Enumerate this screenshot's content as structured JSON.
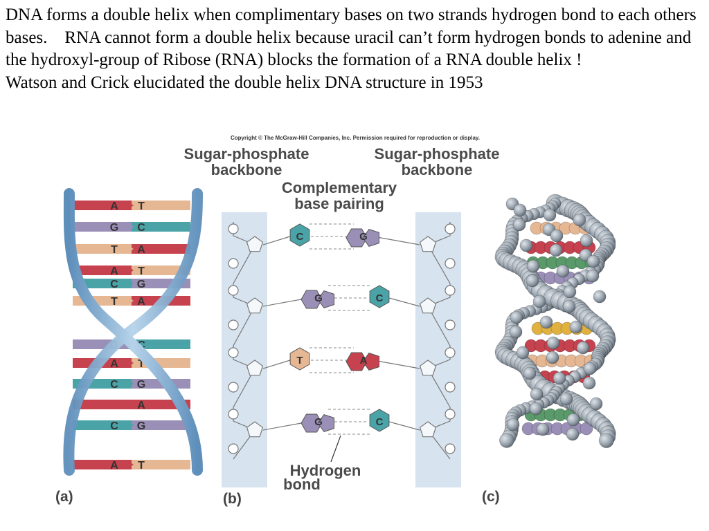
{
  "slide": {
    "paragraph_1": "DNA forms a double helix when complimentary bases on two strands hydrogen bond to each others bases.    RNA cannot form a double helix because uracil can’t form hydrogen bonds to adenine and the hydroxyl-group of Ribose (RNA) blocks the formation of a RNA double helix !",
    "paragraph_2": "Watson and Crick elucidated the double helix DNA structure in 1953"
  },
  "figure": {
    "copyright": "Copyright © The McGraw-Hill Companies, Inc. Permission required for reproduction or display.",
    "backbone_left_line1": "Sugar-phosphate",
    "backbone_left_line2": "backbone",
    "backbone_right_line1": "Sugar-phosphate",
    "backbone_right_line2": "backbone",
    "pairing_line1": "Complementary",
    "pairing_line2": "base pairing",
    "hbond_line1": "Hydrogen",
    "hbond_line2": "bond",
    "panel_a": "(a)",
    "panel_b": "(b)",
    "panel_c": "(c)"
  },
  "panel_a_rungs": [
    [
      "A",
      "T"
    ],
    [
      "G",
      "C"
    ],
    [
      "T",
      "A"
    ],
    [
      "A",
      "T"
    ],
    [
      "C",
      "G"
    ],
    [
      "T",
      "A"
    ],
    [
      "G",
      "C"
    ],
    [
      "A",
      "T"
    ],
    [
      "C",
      "G"
    ],
    [
      "",
      "A"
    ],
    [
      "C",
      "G"
    ],
    [
      "A",
      "T"
    ]
  ],
  "panel_b_pairs": [
    {
      "left": "C",
      "right": "G"
    },
    {
      "left": "G",
      "right": "C"
    },
    {
      "left": "T",
      "right": "A"
    },
    {
      "left": "G",
      "right": "C"
    }
  ],
  "colors": {
    "A": "#c6424f",
    "T": "#e6b793",
    "G": "#9a8fb6",
    "C": "#4aa3a6",
    "backbone": "#8fb8d8",
    "panel_b_bg": "#d7e3ef",
    "atom": "#8f9aa6"
  }
}
